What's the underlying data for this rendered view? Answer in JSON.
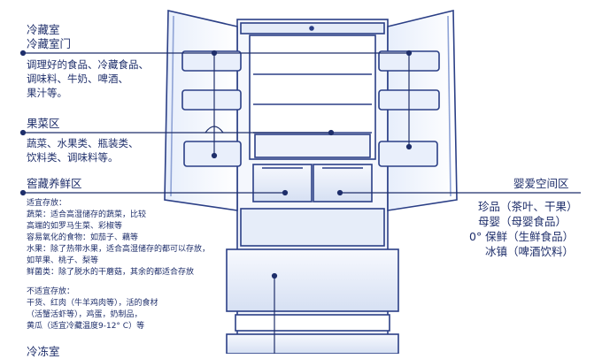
{
  "left": {
    "fridge_title": "冷藏室",
    "fridge_door": "冷藏室门",
    "fridge_door_items": [
      "调理好的食品、冷藏食品、",
      "调味料、牛奶、啤酒、",
      "果汁等。"
    ],
    "veg_title": "果菜区",
    "veg_items": [
      "蔬菜、水果类、瓶装类、",
      "饮料类、调味料等。"
    ],
    "cellar_title": "窖藏养鲜区",
    "cellar_details": [
      "适宜存放：",
      "蔬菜：适合高湿储存的蔬菜，比较",
      "高端的如罗马生菜、彩椒等",
      "容易氧化的食物：如茄子、藕等",
      "水果：除了热带水果，适合高湿储存的都可以存放，",
      "如苹果、桃子、梨等",
      "鲜菌类：除了脱水的干蘑菇，其余的都适合存放"
    ],
    "not_suitable": [
      "不适宜存放：",
      "干货、红肉（牛羊鸡肉等），活的食材",
      "（活蟹活虾等），鸡蛋，奶制品，",
      "黄瓜（适宜冷藏温度9-12° C）等"
    ],
    "freezer_title": "冷冻室"
  },
  "right": {
    "baby_title": "婴爱空间区",
    "baby_items": [
      "珍品（茶叶、干果）",
      "母婴（母婴食品）",
      "0° 保鲜（生鲜食品）",
      "冰镇（啤酒饮料）"
    ]
  },
  "colors": {
    "outline": "#2b3f86",
    "body_fill": "#f4f7fd",
    "shadow": "#c5d2ee",
    "shelf": "#dbe4f6"
  }
}
